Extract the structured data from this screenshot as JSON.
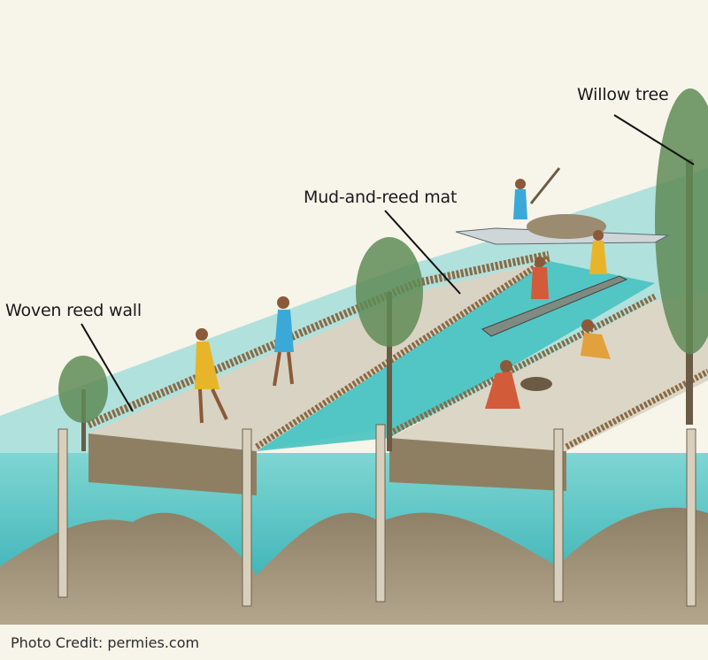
{
  "labels": {
    "willow": "Willow tree",
    "mud_mat": "Mud-and-reed mat",
    "woven_wall": "Woven reed wall"
  },
  "caption": "Photo Credit: permies.com",
  "colors": {
    "background": "#f7f4ea",
    "water_surface": "#4cc7c6",
    "water_deep": "#1fa8b0",
    "platform_top": "#d8d2c2",
    "soil": "#a2947a",
    "reed_wall": "#8a6a45",
    "tree": "#5f8b56"
  }
}
